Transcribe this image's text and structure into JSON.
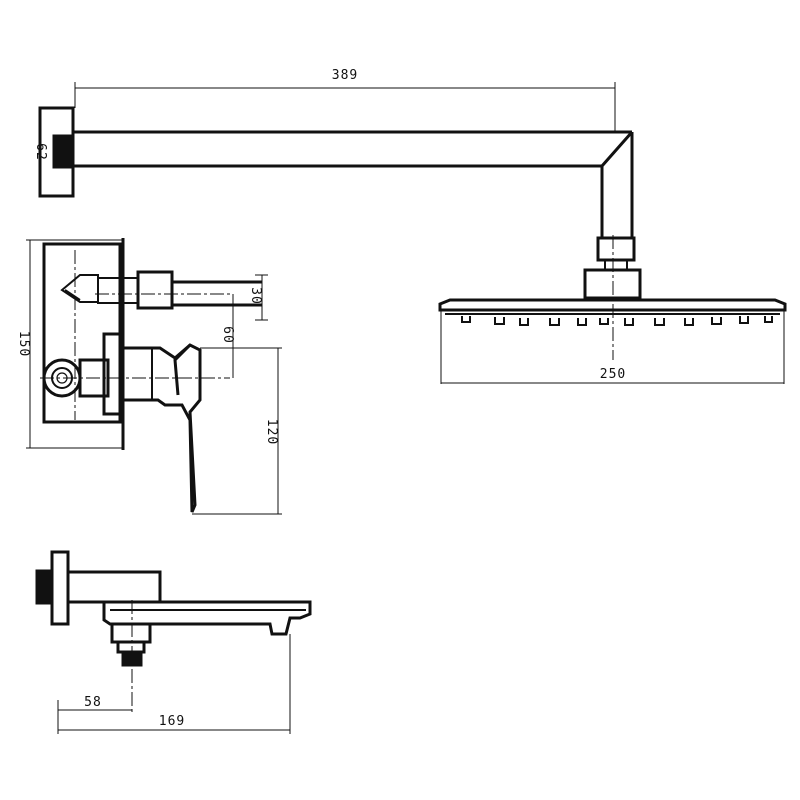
{
  "dimensions": {
    "arm_length": "389",
    "flange_height": "62",
    "body_height": "150",
    "inlet_offset": "30",
    "outlet_offset": "60",
    "lever_height": "120",
    "head_width": "250",
    "spout_inlet": "58",
    "spout_length": "169"
  }
}
